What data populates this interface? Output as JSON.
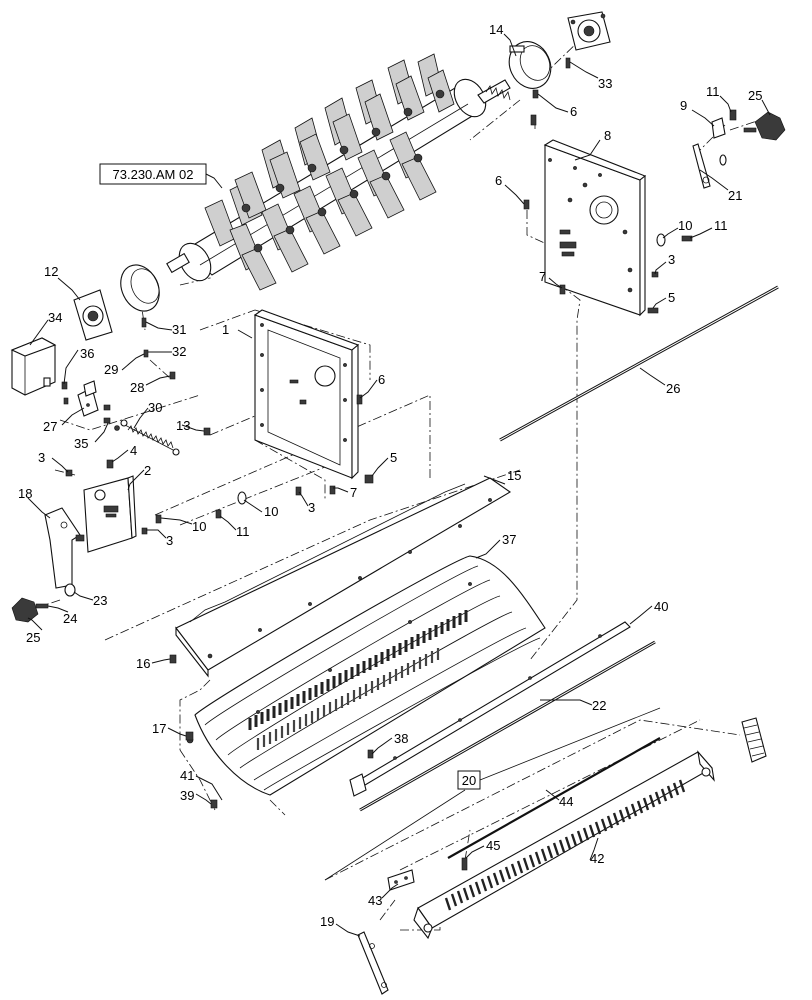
{
  "callouts": [
    {
      "id": "c14",
      "text": "14"
    },
    {
      "id": "c33",
      "text": "33"
    },
    {
      "id": "c6a",
      "text": "6"
    },
    {
      "id": "c8",
      "text": "8"
    },
    {
      "id": "c9",
      "text": "9"
    },
    {
      "id": "c11a",
      "text": "11"
    },
    {
      "id": "c25a",
      "text": "25"
    },
    {
      "id": "c21",
      "text": "21"
    },
    {
      "id": "c6b",
      "text": "6"
    },
    {
      "id": "c10a",
      "text": "10"
    },
    {
      "id": "c11b",
      "text": "11"
    },
    {
      "id": "c3a",
      "text": "3"
    },
    {
      "id": "c7a",
      "text": "7"
    },
    {
      "id": "c5a",
      "text": "5"
    },
    {
      "id": "c26",
      "text": "26"
    },
    {
      "id": "c12",
      "text": "12"
    },
    {
      "id": "c34",
      "text": "34"
    },
    {
      "id": "c31",
      "text": "31"
    },
    {
      "id": "c32",
      "text": "32"
    },
    {
      "id": "c1",
      "text": "1"
    },
    {
      "id": "c36",
      "text": "36"
    },
    {
      "id": "c29",
      "text": "29"
    },
    {
      "id": "c28",
      "text": "28"
    },
    {
      "id": "c6c",
      "text": "6"
    },
    {
      "id": "c27",
      "text": "27"
    },
    {
      "id": "c30",
      "text": "30"
    },
    {
      "id": "c13",
      "text": "13"
    },
    {
      "id": "c35",
      "text": "35"
    },
    {
      "id": "c5b",
      "text": "5"
    },
    {
      "id": "c3b",
      "text": "3"
    },
    {
      "id": "c4",
      "text": "4"
    },
    {
      "id": "c2",
      "text": "2"
    },
    {
      "id": "c15",
      "text": "15"
    },
    {
      "id": "c7b",
      "text": "7"
    },
    {
      "id": "c18",
      "text": "18"
    },
    {
      "id": "c3c",
      "text": "3"
    },
    {
      "id": "c10b",
      "text": "10"
    },
    {
      "id": "c10c",
      "text": "10"
    },
    {
      "id": "c3d",
      "text": "3"
    },
    {
      "id": "c11c",
      "text": "11"
    },
    {
      "id": "c37",
      "text": "37"
    },
    {
      "id": "c23",
      "text": "23"
    },
    {
      "id": "c24",
      "text": "24"
    },
    {
      "id": "c25b",
      "text": "25"
    },
    {
      "id": "c40",
      "text": "40"
    },
    {
      "id": "c16",
      "text": "16"
    },
    {
      "id": "c22",
      "text": "22"
    },
    {
      "id": "c17",
      "text": "17"
    },
    {
      "id": "c38",
      "text": "38"
    },
    {
      "id": "c41",
      "text": "41"
    },
    {
      "id": "c39",
      "text": "39"
    },
    {
      "id": "c44",
      "text": "44"
    },
    {
      "id": "c42",
      "text": "42"
    },
    {
      "id": "c45",
      "text": "45"
    },
    {
      "id": "c43",
      "text": "43"
    },
    {
      "id": "c19",
      "text": "19"
    }
  ],
  "boxed_refs": [
    {
      "id": "ref-section",
      "text": "73.230.AM 02"
    },
    {
      "id": "ref-20",
      "text": "20"
    }
  ]
}
